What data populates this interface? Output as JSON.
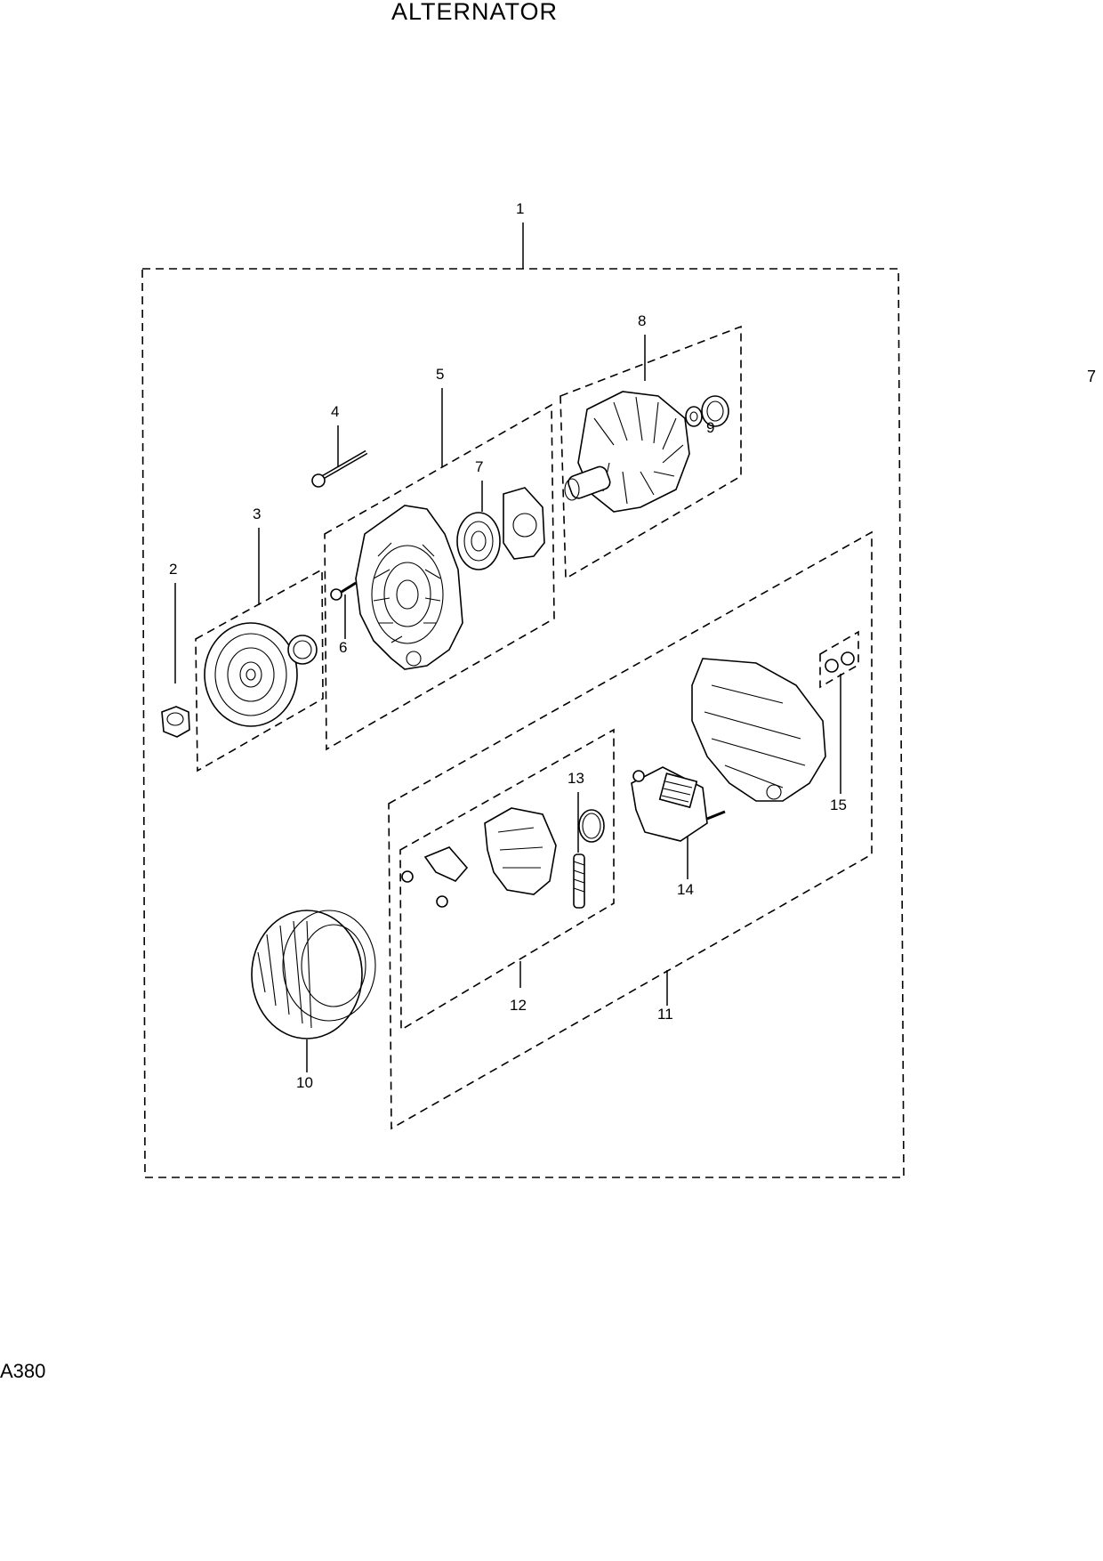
{
  "title": "ALTERNATOR",
  "page_number": "7",
  "figure_code": "A380",
  "callouts": [
    "1",
    "2",
    "3",
    "4",
    "5",
    "6",
    "7",
    "8",
    "9",
    "10",
    "11",
    "12",
    "13",
    "14",
    "15"
  ],
  "icons": {
    "nut": "hex-nut-icon",
    "pulley": "pulley-icon",
    "bolt": "bolt-icon",
    "bracket": "front-bracket-icon",
    "bearing": "bearing-icon",
    "rotor": "rotor-icon",
    "stator": "stator-icon",
    "rear_bracket": "rear-bracket-icon",
    "regulator": "regulator-icon",
    "brush_holder": "brush-holder-icon"
  }
}
